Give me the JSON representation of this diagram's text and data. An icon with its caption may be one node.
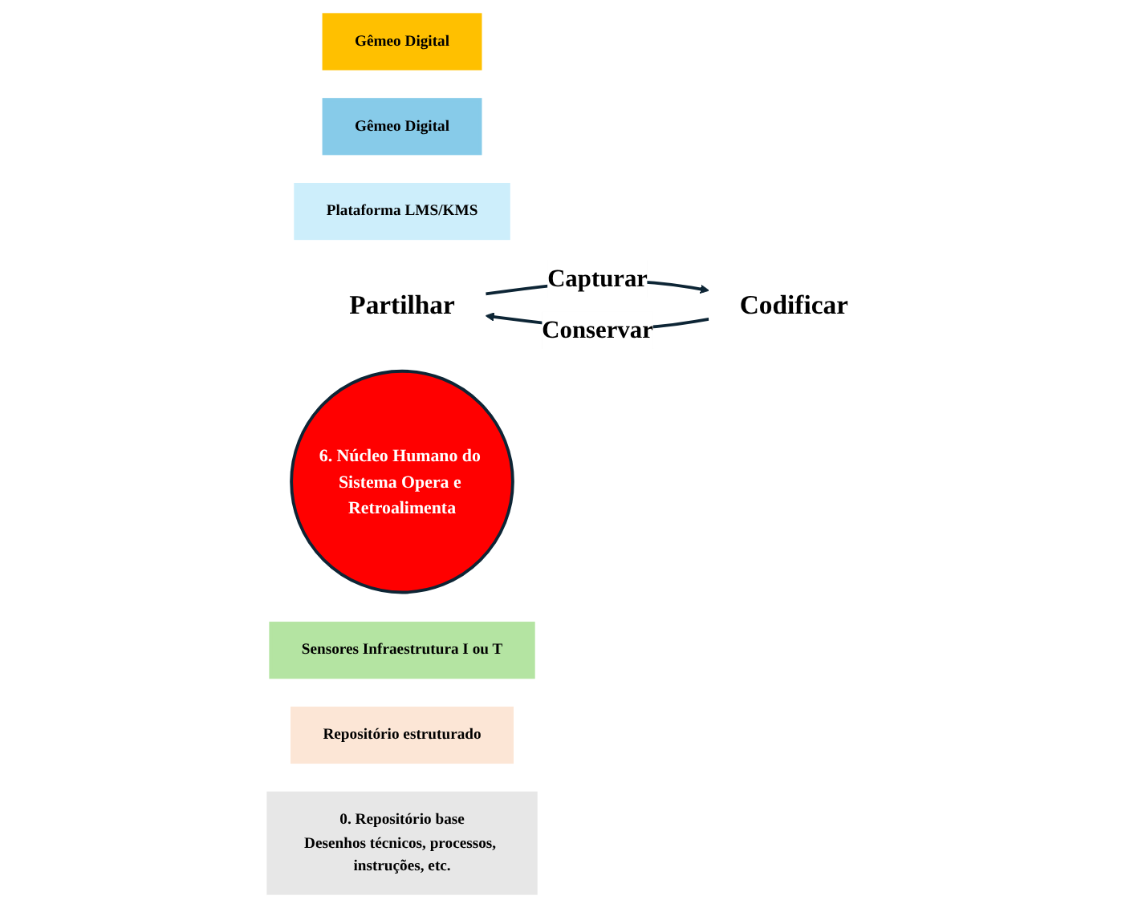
{
  "diagram": {
    "nodes": [
      {
        "text": [
          "Gêmeo Digital"
        ]
      },
      {
        "text": [
          "Gêmeo Digital"
        ]
      },
      {
        "text": [
          "Plataforma LMS/KMS"
        ]
      },
      {
        "text": [
          "Partilhar"
        ]
      },
      {
        "text": [
          "6. Núcleo Humano do Sistema Opera e Retroalimenta"
        ]
      },
      {
        "text": [
          "Codificar"
        ]
      },
      {
        "text": [
          "Sensores Infraestrutura I ou T"
        ]
      },
      {
        "text": [
          "Repositório estruturado"
        ]
      },
      {
        "text": [
          "0. Repositório base",
          "Desenhos técnicos, processos, instruções, etc."
        ]
      }
    ],
    "edges": [
      {
        "from": 3,
        "to": 5,
        "arrow": "to",
        "label": "Capturar"
      },
      {
        "from": 5,
        "to": 3,
        "arrow": "to",
        "label": "Conservar"
      }
    ]
  }
}
